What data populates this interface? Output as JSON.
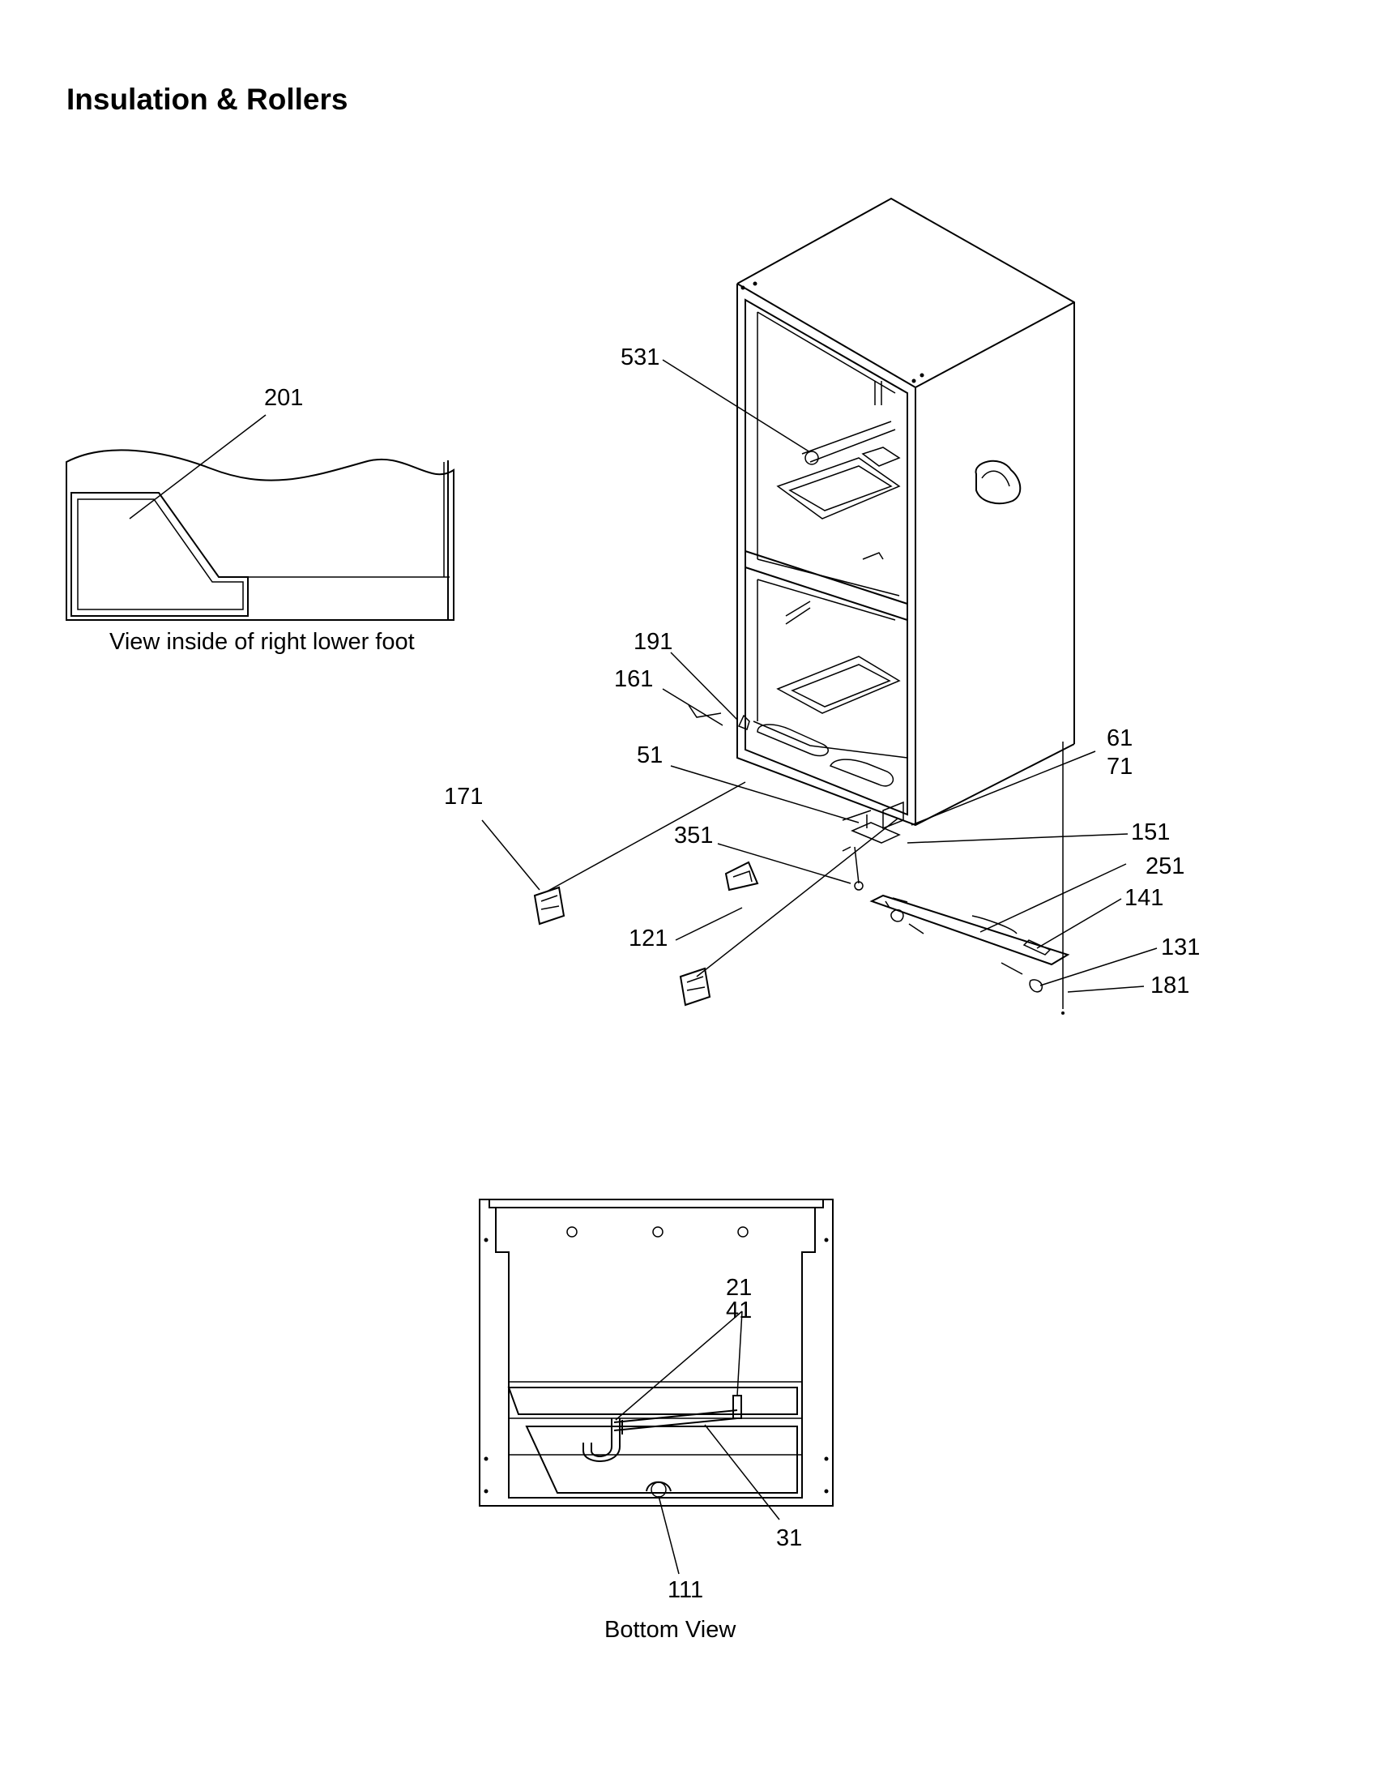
{
  "page": {
    "title": "Insulation & Rollers"
  },
  "inset": {
    "caption": "View inside of right lower foot",
    "callout": "201"
  },
  "main_view": {
    "callouts": [
      "531",
      "191",
      "161",
      "51",
      "171",
      "61",
      "71",
      "151",
      "351",
      "251",
      "141",
      "121",
      "131",
      "181"
    ]
  },
  "bottom_view": {
    "caption": "Bottom View",
    "callouts": [
      "21",
      "41",
      "31",
      "111"
    ]
  }
}
